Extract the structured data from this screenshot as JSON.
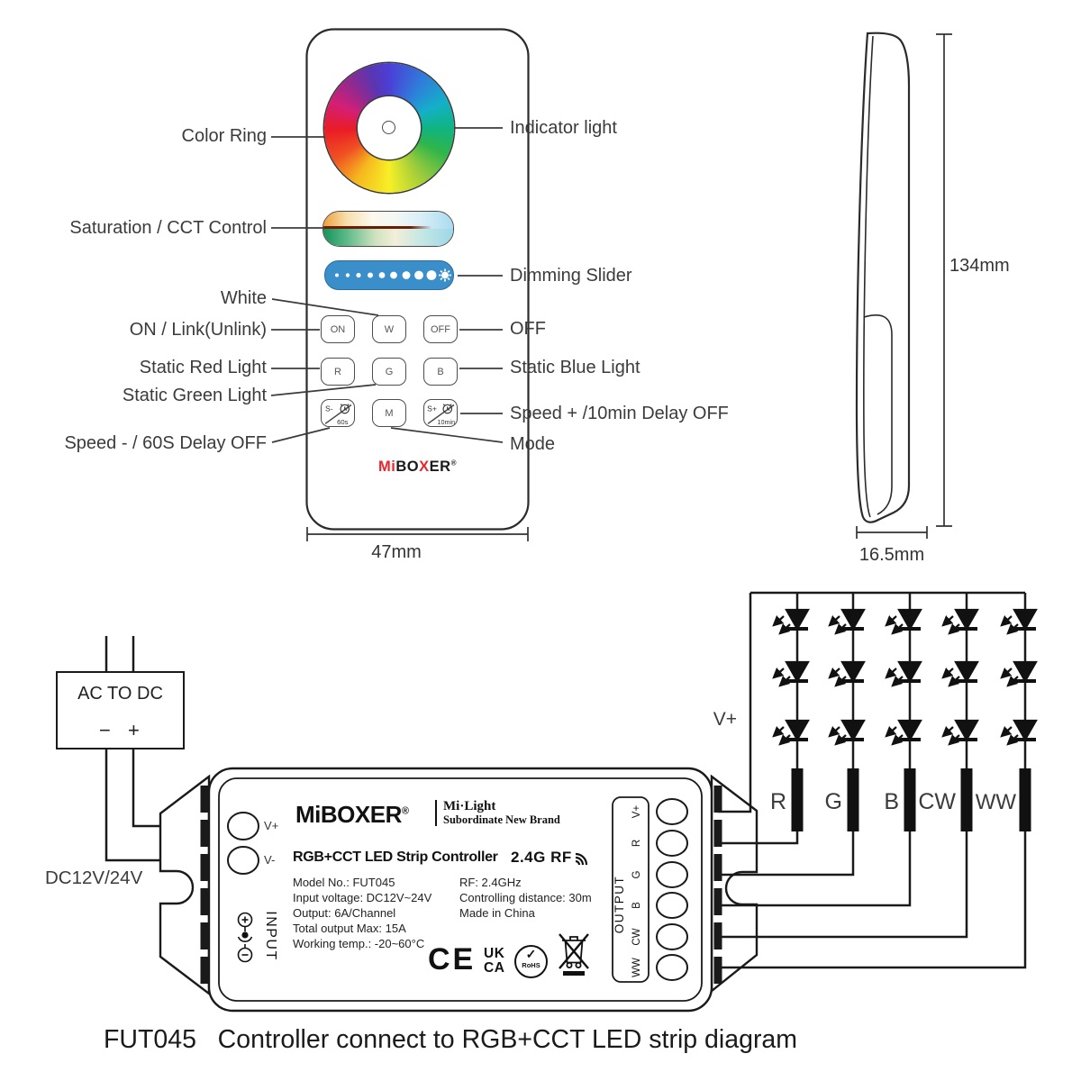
{
  "remote": {
    "labels_left": [
      "Color Ring",
      "Saturation / CCT Control",
      "White",
      "ON / Link(Unlink)",
      "Static Red Light",
      "Static Green Light",
      "Speed - / 60S Delay OFF"
    ],
    "labels_right": [
      "Indicator light",
      "Dimming Slider",
      "OFF",
      "Static Blue Light",
      "Speed + /10min Delay OFF",
      "Mode"
    ],
    "buttons": {
      "on": "ON",
      "white": "W",
      "off": "OFF",
      "red": "R",
      "green": "G",
      "blue": "B",
      "speed_minus": "S-",
      "speed_minus_sub": "60s",
      "mode": "M",
      "speed_plus": "S+",
      "speed_plus_sub": "10min"
    },
    "logo": {
      "part1": "Mi",
      "part2": "BO",
      "part3": "X",
      "part4": "ER",
      "reg": "®"
    },
    "width_dim": "47mm"
  },
  "side_view": {
    "height_dim": "134mm",
    "depth_dim": "16.5mm"
  },
  "power": {
    "box_label": "AC TO DC",
    "minus_label": "−",
    "plus_label": "+",
    "dc_label": "DC12V/24V"
  },
  "controller": {
    "logo": "MiBOXER",
    "logo_reg": "®",
    "brand_line1": "Mi·Light",
    "brand_line2": "Subordinate New Brand",
    "title": "RGB+CCT LED Strip Controller",
    "rf_badge": "2.4G RF",
    "input_terminals": [
      "V+",
      "V-"
    ],
    "input_label": "INPUT",
    "specs_left": [
      "Model No.: FUT045",
      "Input voltage: DC12V~24V",
      "Output: 6A/Channel",
      "Total output Max: 15A",
      "Working temp.: -20~60°C"
    ],
    "specs_right": [
      "RF: 2.4GHz",
      "Controlling distance: 30m",
      "Made in China"
    ],
    "certs": {
      "ce": "CE",
      "ukca_top": "UK",
      "ukca_bottom": "CA",
      "rohs_check": "✓",
      "rohs": "RoHS"
    },
    "output_label": "OUTPUT",
    "output_channels": [
      "V+",
      "R",
      "G",
      "B",
      "CW",
      "WW"
    ]
  },
  "led_strip": {
    "vplus_label": "V+",
    "channel_labels": [
      "R",
      "G",
      "B",
      "CW",
      "WW"
    ]
  },
  "caption": "FUT045   Controller connect to RGB+CCT LED strip diagram",
  "colors": {
    "brand_red": "#e8262c",
    "slider_blue": "#3a8ec9"
  }
}
